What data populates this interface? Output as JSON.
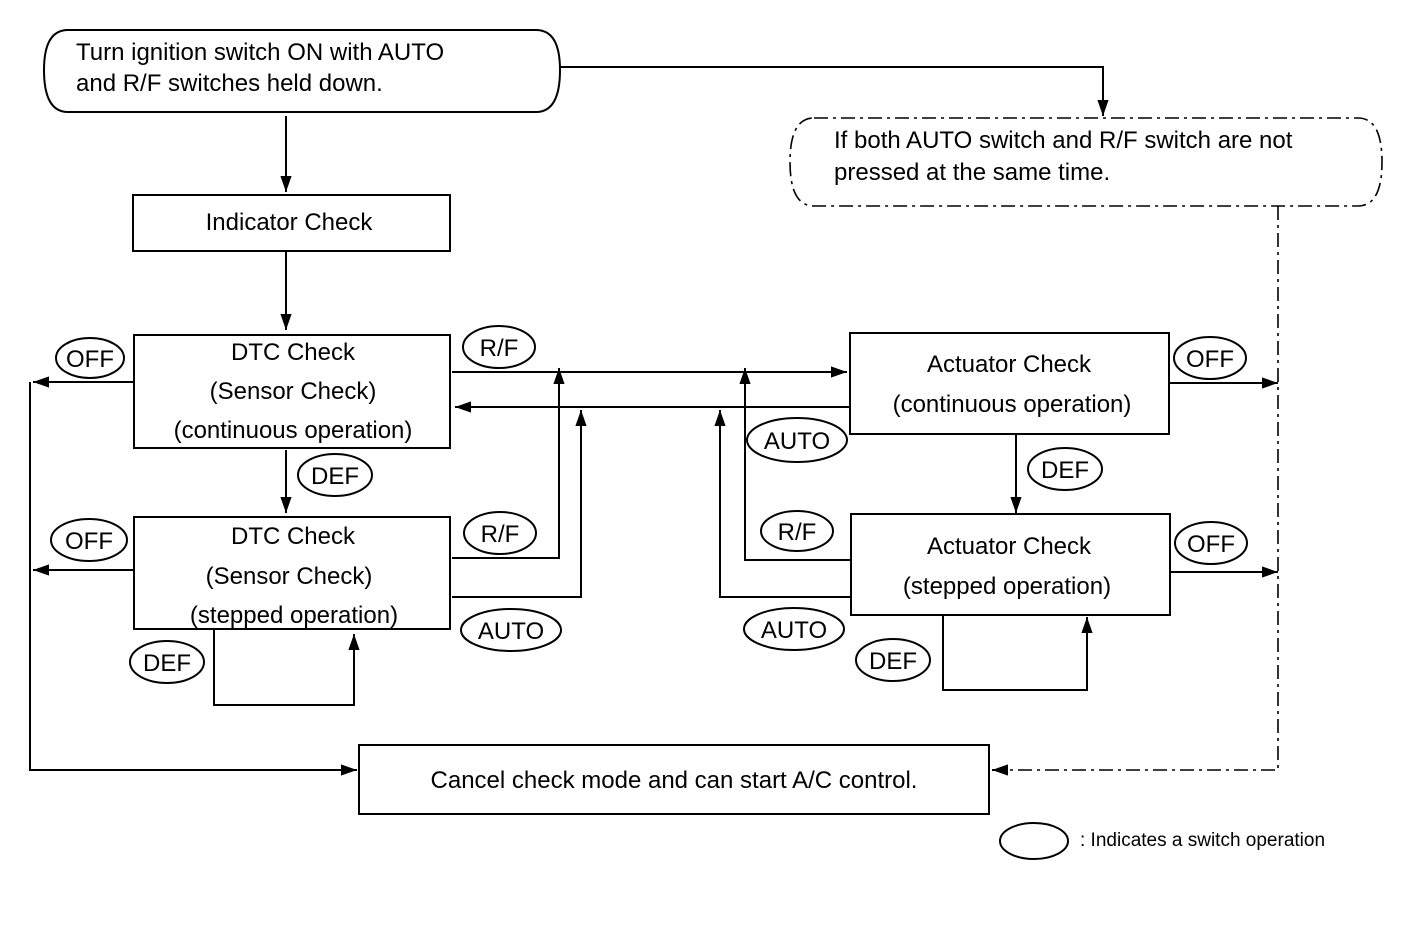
{
  "nodes": {
    "start": {
      "lines": [
        "Turn ignition switch ON with AUTO",
        "and R/F switches held down."
      ]
    },
    "alt": {
      "lines": [
        "If both AUTO switch and R/F switch are not",
        "pressed at the same time."
      ]
    },
    "indicator": {
      "lines": [
        "Indicator Check"
      ]
    },
    "dtc_cont": {
      "lines": [
        "DTC Check",
        "(Sensor Check)",
        "(continuous operation)"
      ]
    },
    "dtc_step": {
      "lines": [
        "DTC Check",
        "(Sensor Check)",
        "(stepped operation)"
      ]
    },
    "act_cont": {
      "lines": [
        "Actuator Check",
        "(continuous operation)"
      ]
    },
    "act_step": {
      "lines": [
        "Actuator Check",
        "(stepped operation)"
      ]
    },
    "cancel": {
      "lines": [
        "Cancel check mode and can start A/C control."
      ]
    }
  },
  "switches": {
    "off_dtc_cont": "OFF",
    "rf_dtc_cont": "R/F",
    "def_dtc_cont": "DEF",
    "off_dtc_step": "OFF",
    "rf_dtc_step": "R/F",
    "auto_dtc_step": "AUTO",
    "def_dtc_step": "DEF",
    "off_act_cont": "OFF",
    "auto_act_cont": "AUTO",
    "def_act_cont": "DEF",
    "rf_act_step": "R/F",
    "auto_act_step": "AUTO",
    "def_act_step": "DEF",
    "off_act_step": "OFF"
  },
  "legend": {
    "text": ": Indicates a switch operation"
  }
}
